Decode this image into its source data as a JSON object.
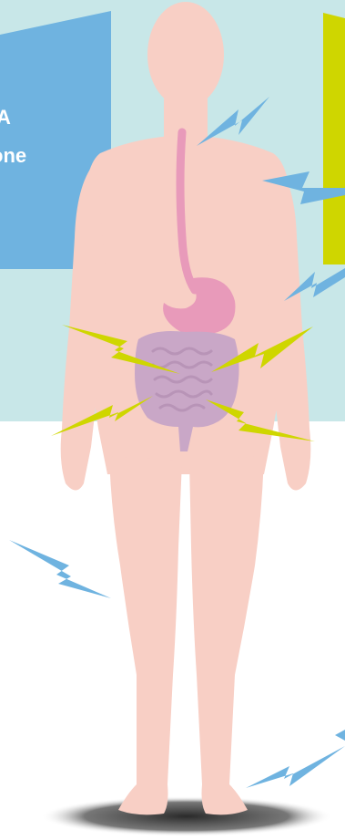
{
  "panel": {
    "line1": "A",
    "line2": "one"
  },
  "colors": {
    "background_band": "#c8e7e8",
    "page": "#ffffff",
    "blue_panel": "#6fb3e0",
    "yellow_panel": "#cfd600",
    "skin": "#f8cfc5",
    "esophagus_stomach": "#e89aba",
    "intestines": "#c9a7c7",
    "bolt_blue": "#6fb3e0",
    "bolt_yellow": "#cfd600",
    "shadow": "#2a2a2a"
  },
  "icons": {
    "bolts_blue": 6,
    "bolts_yellow": 4
  }
}
